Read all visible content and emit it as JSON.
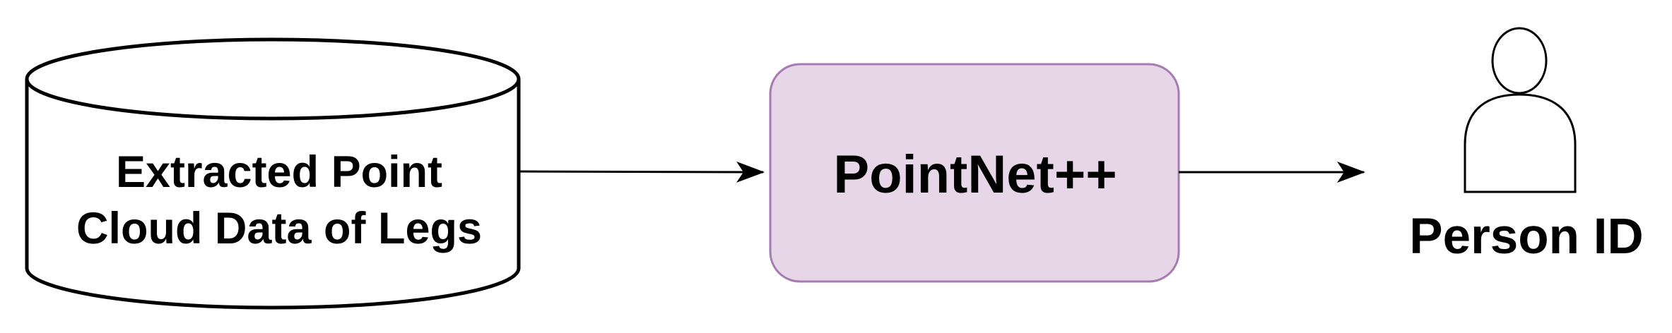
{
  "diagram": {
    "source": {
      "shape": "cylinder",
      "lines": [
        "Extracted Point",
        "Cloud Data of Legs"
      ]
    },
    "process": {
      "shape": "rounded-rectangle",
      "label": "PointNet++",
      "fill": "#e7d6e8",
      "stroke": "#a67cb0"
    },
    "output": {
      "shape": "person-icon",
      "label": "Person ID"
    },
    "edges": [
      {
        "from": "source",
        "to": "process"
      },
      {
        "from": "process",
        "to": "output"
      }
    ],
    "colors": {
      "line": "#000000",
      "text": "#000000",
      "background": "#ffffff"
    }
  }
}
